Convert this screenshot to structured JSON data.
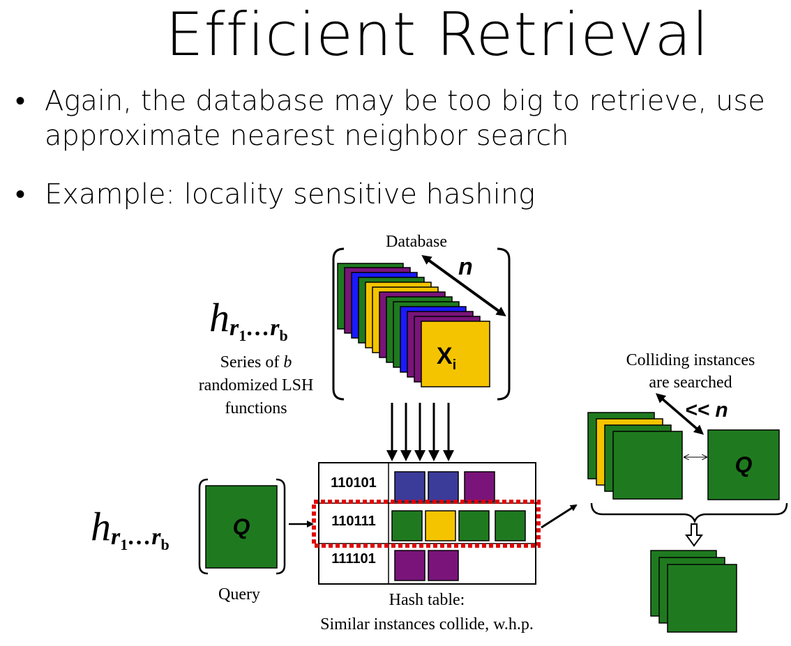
{
  "slide": {
    "title": "Efficient Retrieval",
    "bullets": [
      {
        "line1": "Again, the database may be too big to retrieve, use",
        "line2": "approximate nearest neighbor search"
      },
      {
        "line1": "Example: locality sensitive hashing"
      }
    ],
    "bullet_char": "•"
  },
  "diagram": {
    "database_label": "Database",
    "n_label": "n",
    "xi_main": "X",
    "xi_sub": "i",
    "hash_func_main": "h",
    "hash_func_r": "r",
    "hash_func_sub1": "1",
    "hash_func_dots": "…",
    "hash_func_subb": "b",
    "series_label": {
      "line1": "Series of ",
      "line1_italic": "b",
      "line2": "randomized LSH",
      "line3": "functions"
    },
    "query_symbol": "Q",
    "query_label": "Query",
    "hash_codes": [
      "110101",
      "110111",
      "111101"
    ],
    "hash_caption": {
      "line1": "Hash table:",
      "line2": "Similar instances collide, w.h.p."
    },
    "colliding_label": {
      "line1": "Colliding instances",
      "line2": "are searched"
    },
    "much_less_n": "<< n",
    "colors": {
      "green": "#1f7a1f",
      "blue": "#3b3b9a",
      "purple": "#7a147a",
      "yellow": "#f5c400",
      "red_dotted": "#e00000",
      "pure_blue": "#1a1aff"
    }
  }
}
